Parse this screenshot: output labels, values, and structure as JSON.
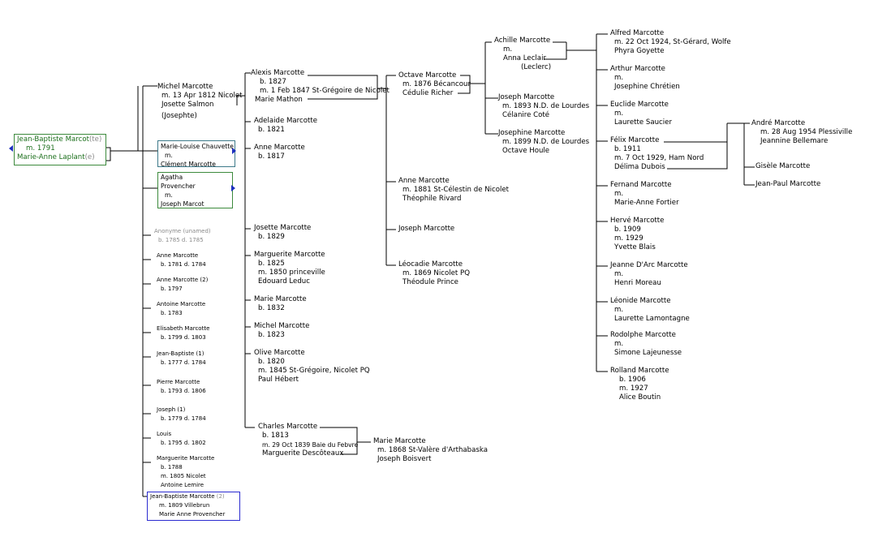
{
  "root": {
    "line1_name": "Jean-Baptiste Marcot",
    "line1_suffix": "(te)",
    "line2": "m. 1791",
    "line3_name": "Marie-Anne Laplant",
    "line3_suffix": "(e)"
  },
  "gen1": {
    "michel": [
      "Michel Marcotte",
      "m. 13 Apr 1812 Nicolet",
      "Josette Salmon",
      "(Josephte)"
    ],
    "marie_louise": [
      "Marie-Louise Chauvette",
      "m.",
      "Clément Marcotte"
    ],
    "agatha": [
      "Agatha",
      "Provencher",
      "m.",
      "Joseph Marcot"
    ],
    "anonyme": [
      "Anonyme (unamed)",
      "b. 1785  d. 1785"
    ],
    "anne1": [
      "Anne Marcotte",
      "b. 1781  d. 1784"
    ],
    "anne2": [
      "Anne Marcotte (2)",
      "b. 1797"
    ],
    "antoine": [
      "Antoine Marcotte",
      "b. 1783"
    ],
    "elisabeth": [
      "Elisabeth Marcotte",
      "b. 1799  d. 1803"
    ],
    "jb1": [
      "Jean-Baptiste (1)",
      "b. 1777  d. 1784"
    ],
    "pierre": [
      "Pierre Marcotte",
      "b. 1793  d. 1806"
    ],
    "joseph1": [
      "Joseph (1)",
      "b. 1779  d. 1784"
    ],
    "louis": [
      "Louis",
      "b. 1795  d. 1802"
    ],
    "marguerite": [
      "Marguerite Marcotte",
      "b. 1788",
      "m. 1805 Nicolet",
      "Antoine Lemire"
    ],
    "jb2": {
      "name": "Jean-Baptiste Marcotte",
      "suffix": "(2)",
      "l2": "m. 1809 Villebrun",
      "l3": "Marie Anne Provencher"
    }
  },
  "gen2": {
    "alexis": [
      "Alexis Marcotte",
      "b. 1827",
      "m. 1 Feb 1847 St-Grégoire de Nicolet",
      "Marie Mathon"
    ],
    "adelaide": [
      "Adelaide Marcotte",
      "b. 1821"
    ],
    "anne": [
      "Anne Marcotte",
      "b. 1817"
    ],
    "josette": [
      "Josette Marcotte",
      "b. 1829"
    ],
    "marguerite": [
      "Marguerite Marcotte",
      "b. 1825",
      "m. 1850 princeville",
      "Edouard Leduc"
    ],
    "marie": [
      "Marie Marcotte",
      "b. 1832"
    ],
    "michel": [
      "Michel Marcotte",
      "b. 1823"
    ],
    "olive": [
      "Olive Marcotte",
      "b. 1820",
      "m.  1845  St-Grégoire, Nicolet PQ",
      "Paul Hébert"
    ],
    "charles": [
      "Charles Marcotte",
      "b. 1813",
      "m. 29 Oct 1839 Baie du Febvre",
      "Marguerite Descôteaux"
    ]
  },
  "gen3": {
    "octave": [
      "Octave Marcotte",
      "m. 1876 Bécancour",
      "Cédulie  Richer"
    ],
    "anne": [
      "Anne Marcotte",
      "m. 1881 St-Célestin de Nicolet",
      "Théophile Rivard"
    ],
    "joseph": [
      "Joseph Marcotte"
    ],
    "leocadie": [
      "Léocadie Marcotte",
      "m. 1869 Nicolet PQ",
      "Théodule Prince"
    ],
    "marie": [
      "Marie Marcotte",
      "m. 1868 St-Valère d'Arthabaska",
      "Joseph Boisvert"
    ]
  },
  "gen4": {
    "achille": [
      "Achille Marcotte",
      "m.",
      "Anna Leclair",
      "(Leclerc)"
    ],
    "joseph": [
      "Joseph Marcotte",
      "m. 1893 N.D. de Lourdes",
      "Célanire Coté"
    ],
    "josephine": [
      "Josephine Marcotte",
      "m. 1899 N.D. de Lourdes",
      "Octave Houle"
    ]
  },
  "gen5": {
    "alfred": [
      "Alfred Marcotte",
      "m. 22 Oct 1924, St-Gérard, Wolfe",
      "Phyra Goyette"
    ],
    "arthur": [
      "Arthur Marcotte",
      "m.",
      "Josephine Chrétien"
    ],
    "euclide": [
      "Euclide Marcotte",
      "m.",
      "Laurette Saucier"
    ],
    "felix": [
      "Félix Marcotte",
      "b. 1911",
      "m. 7 Oct 1929, Ham Nord",
      "Délima Dubois"
    ],
    "fernand": [
      "Fernand Marcotte",
      "m.",
      "Marie-Anne Fortier"
    ],
    "herve": [
      "Hervé Marcotte",
      "b. 1909",
      "m. 1929",
      "Yvette Blais"
    ],
    "jeanne": [
      "Jeanne D'Arc Marcotte",
      "m.",
      "Henri Moreau"
    ],
    "leonide": [
      "Léonide Marcotte",
      "m.",
      "Laurette Lamontagne"
    ],
    "rodolphe": [
      "Rodolphe Marcotte",
      "m.",
      "Simone Lajeunesse"
    ],
    "rolland": [
      "Rolland Marcotte",
      "b. 1906",
      "m. 1927",
      "Alice Boutin"
    ]
  },
  "gen6": {
    "andre": [
      "André  Marcotte",
      "m. 28 Aug 1954 Plessiville",
      "Jeannine Bellemare"
    ],
    "gisele": [
      "Gisèle Marcotte"
    ],
    "jean_paul": [
      "Jean-Paul Marcotte"
    ]
  },
  "colors": {
    "root": "#1a6e1a",
    "unknown": "#8a8a8a",
    "arrow": "#1c2fbf",
    "box_blue": "#2b2bd0"
  }
}
